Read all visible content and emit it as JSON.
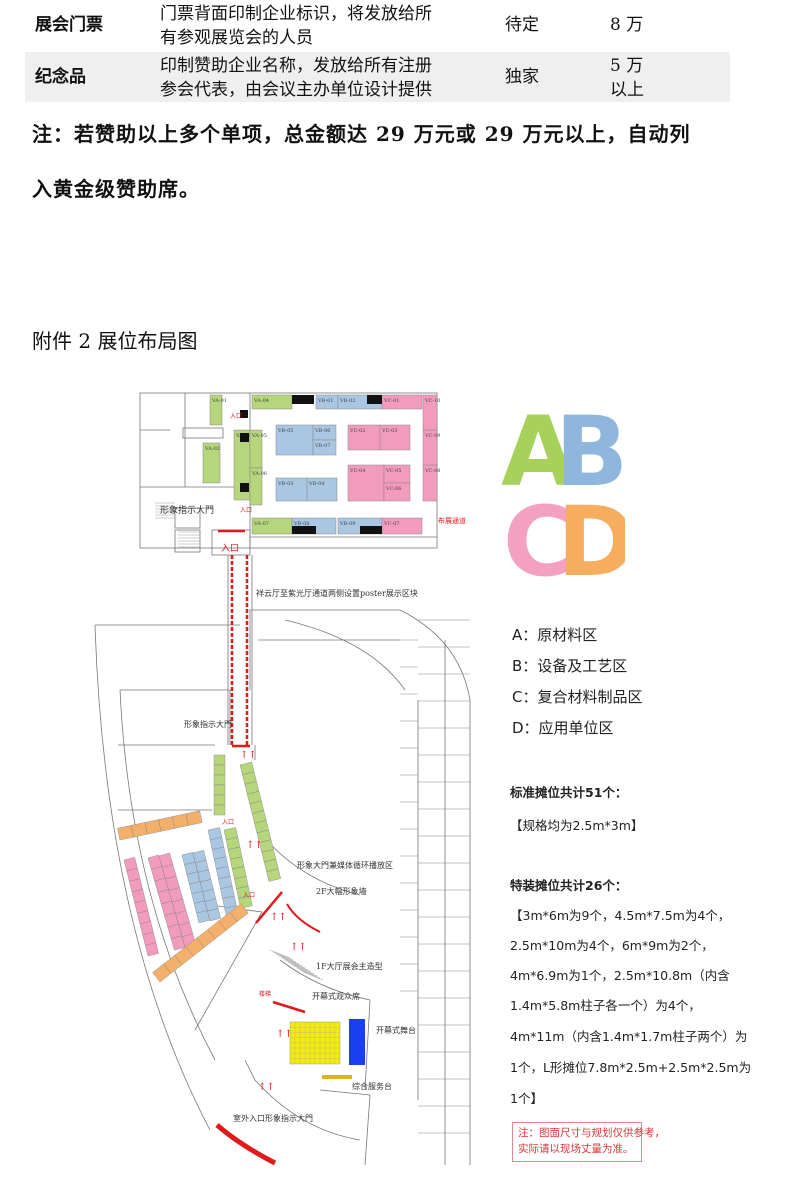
{
  "table": {
    "rows": [
      {
        "name": "展会门票",
        "desc_lines": [
          "门票背面印制企业标识，将发放给所",
          "有参观展览会的人员"
        ],
        "status": "待定",
        "price_lines": [
          "8 万"
        ]
      },
      {
        "name": "纪念品",
        "desc_lines": [
          "印制赞助企业名称，发放给所有注册",
          "参会代表，由会议主办单位设计提供"
        ],
        "status": "独家",
        "price_lines": [
          "5 万",
          "以上"
        ]
      }
    ]
  },
  "note": {
    "line1": "注：若赞助以上多个单项，总金额达 29 万元或 29 万元以上，自动列",
    "line2": "入黄金级赞助席。"
  },
  "attachment_title": "附件 2  展位布局图",
  "logo": {
    "letters": [
      "A",
      "B",
      "C",
      "D"
    ],
    "colors": {
      "A": "#a6d15a",
      "B": "#8fb6dd",
      "C": "#f4a0c0",
      "D": "#f6ad5e"
    }
  },
  "zones": [
    {
      "label": "A：原材料区"
    },
    {
      "label": "B：设备及工艺区"
    },
    {
      "label": "C：复合材料制品区"
    },
    {
      "label": "D：应用单位区"
    }
  ],
  "specs": {
    "standard_title": "标准摊位共计51个：",
    "standard_desc": "【规格均为2.5m*3m】",
    "special_title": "特装摊位共计26个：",
    "special_lines": [
      "【3m*6m为9个，4.5m*7.5m为4个，",
      "2.5m*10m为4个，6m*9m为2个，",
      "4m*6.9m为1个，2.5m*10.8m（内含",
      "1.4m*5.8m柱子各一个）为4个，",
      "4m*11m（内含1.4m*1.7m柱子两个）为",
      "1个，L形摊位7.8m*2.5m+2.5m*2.5m为",
      "1个】"
    ],
    "disclaimer_lines": [
      "注：图面尺寸与规划仅供参考，",
      "实际请以现场丈量为准。"
    ]
  },
  "floorplan": {
    "colors": {
      "zone_a": "#b5d67a",
      "zone_b": "#a9c6e3",
      "zone_c": "#f39bbd",
      "zone_d": "#f4b06a",
      "accent": "#e0191b",
      "seats": "#f2ea10",
      "stage": "#1a3ff0"
    },
    "labels": {
      "gate_upper": "形象指示大門",
      "entrance": "入口",
      "poster": "祥云厅至紫光厅通道两侧设置poster展示区块",
      "setup_channel": "布展通道",
      "gate_lower": "形象指示大門",
      "media": "形象大門兼媒体循环播放区",
      "wall": "2F大幅形象墙",
      "main_model": "1F大厅展会主造型",
      "audience": "开幕式观众席",
      "stage": "开幕式舞台",
      "service": "综合服务台",
      "outdoor_gate": "室外入口形象指示大門",
      "stairs": "楼梯"
    },
    "booth_ids": {
      "va": [
        "VA-01",
        "VA-02",
        "VA-03",
        "VA-04",
        "VA-05",
        "VA-06",
        "VA-07"
      ],
      "vb": [
        "VB-01",
        "VB-02",
        "VB-03",
        "VB-04",
        "VB-05",
        "VB-06",
        "VB-07",
        "VB-08",
        "VB-09"
      ],
      "vc": [
        "VC-01",
        "VC-02",
        "VC-03",
        "VC-04",
        "VC-05",
        "VC-06",
        "VC-07",
        "VC-08",
        "VC-09",
        "VC-10"
      ]
    }
  }
}
